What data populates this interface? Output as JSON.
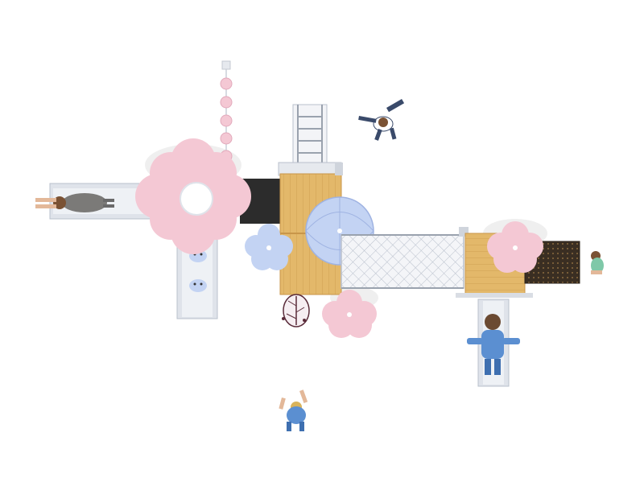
{
  "scene": {
    "kind": "playground-top-view",
    "colors": {
      "background": "#ffffff",
      "wood": "#e3b86a",
      "wood_dark": "#c8964a",
      "pink": "#f4c8d4",
      "pink_dark": "#e9a9bd",
      "blue": "#c3d3f3",
      "blue_dark": "#9fb3e2",
      "steel": "#dfe3ea",
      "steel_dark": "#b9c0cc",
      "net": "#e9ecf1",
      "dark_panel": "#3a2e22",
      "shadow": "#ececec"
    },
    "components": [
      "pink-flower-roof",
      "left-slide",
      "down-slide-with-faces",
      "ladder",
      "wooden-deck-left",
      "blue-dome-roof",
      "blue-flower-panel",
      "pink-flower-panel",
      "net-bridge",
      "wooden-deck-right",
      "pink-flower-roof-right",
      "perforated-dark-panel",
      "right-slide",
      "stepping-post-line",
      "leaf-panel"
    ],
    "figures": [
      "child-lying-on-slide",
      "child-running-top",
      "adult-on-slide",
      "child-crouching-right",
      "child-walking-bottom"
    ]
  }
}
